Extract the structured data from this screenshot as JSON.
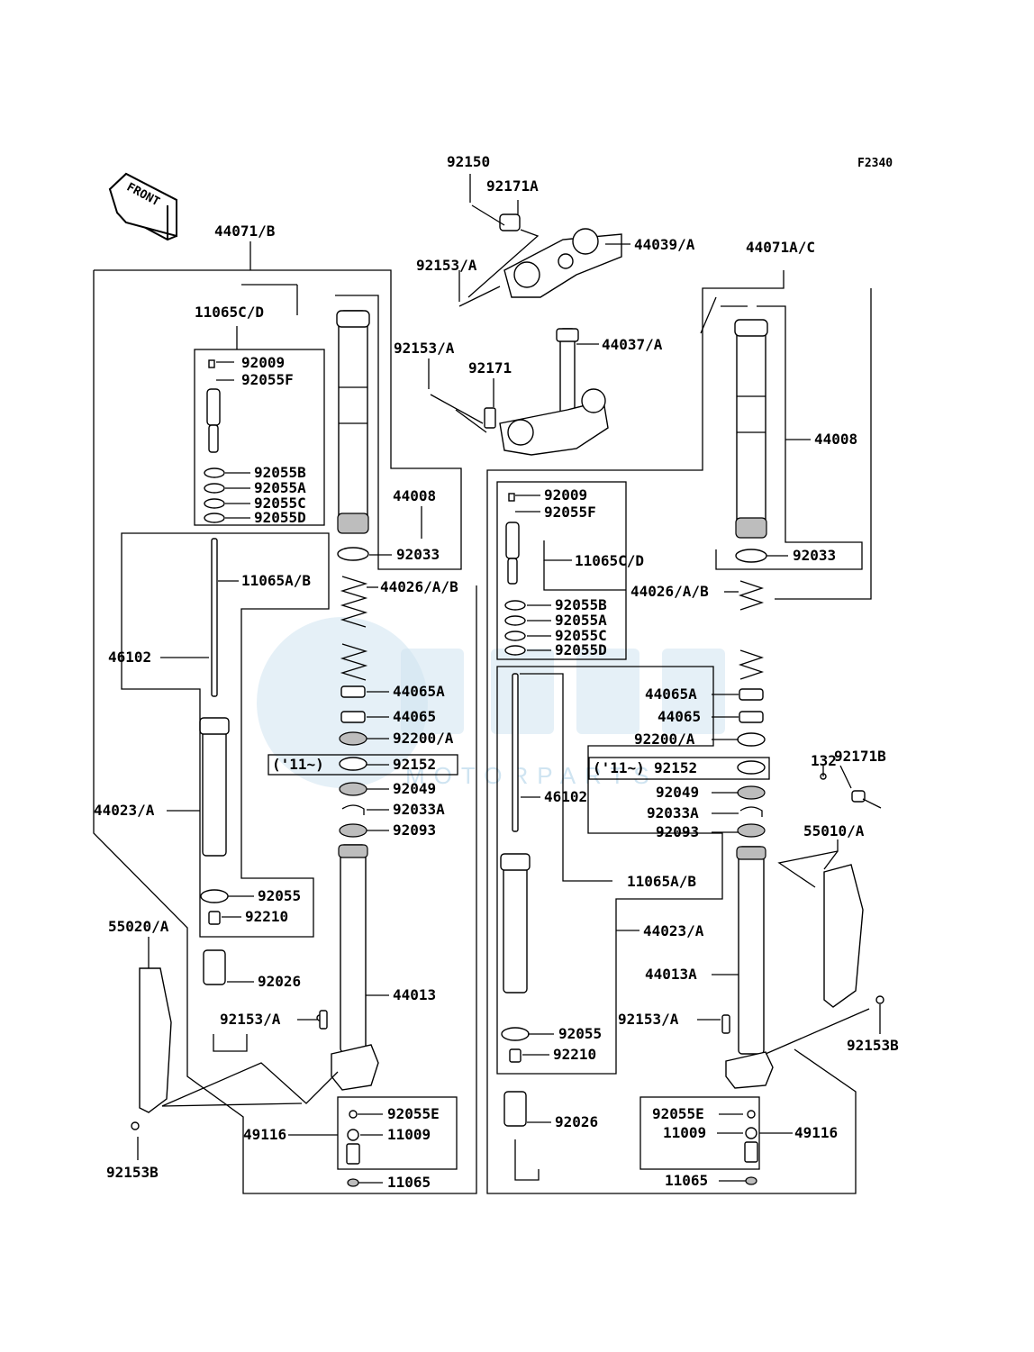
{
  "diagram": {
    "code": "F2340",
    "front_badge": "FRONT",
    "watermark": "MOTORPARTS",
    "labels": {
      "p92150": "92150",
      "p92171A": "92171A",
      "p44039A": "44039/A",
      "p92153A_top": "92153/A",
      "p44037A": "44037/A",
      "p92153A_mid": "92153/A",
      "p92171": "92171",
      "L_44071B": "44071/B",
      "L_11065CD": "11065C/D",
      "L_92009": "92009",
      "L_92055F": "92055F",
      "L_92055B": "92055B",
      "L_92055A": "92055A",
      "L_92055C": "92055C",
      "L_92055D": "92055D",
      "L_11065AB": "11065A/B",
      "L_46102": "46102",
      "L_44023A": "44023/A",
      "L_92055": "92055",
      "L_92210": "92210",
      "L_92026": "92026",
      "L_55020A": "55020/A",
      "L_92153A": "92153/A",
      "L_92153B": "92153B",
      "L_44008": "44008",
      "L_92033": "92033",
      "L_44026AB": "44026/A/B",
      "L_44065A": "44065A",
      "L_44065": "44065",
      "L_92200A": "92200/A",
      "L_11tag": "('11~)",
      "L_92152": "92152",
      "L_92049": "92049",
      "L_92033A": "92033A",
      "L_92093": "92093",
      "L_44013": "44013",
      "L_92055E": "92055E",
      "L_49116": "49116",
      "L_11009": "11009",
      "L_11065": "11065",
      "R_44071AC": "44071A/C",
      "R_44008": "44008",
      "R_92033": "92033",
      "R_92009": "92009",
      "R_92055F": "92055F",
      "R_11065CD": "11065C/D",
      "R_44026AB": "44026/A/B",
      "R_92055B": "92055B",
      "R_92055A": "92055A",
      "R_92055C": "92055C",
      "R_92055D": "92055D",
      "R_44065A": "44065A",
      "R_44065": "44065",
      "R_92200A": "92200/A",
      "R_11tag": "('11~)",
      "R_92152": "92152",
      "R_92049": "92049",
      "R_92033A": "92033A",
      "R_92093": "92093",
      "R_46102": "46102",
      "R_11065AB": "11065A/B",
      "R_44023A": "44023/A",
      "R_44013A": "44013A",
      "R_92153A": "92153/A",
      "R_92055": "92055",
      "R_92210": "92210",
      "R_92026": "92026",
      "R_92055E": "92055E",
      "R_11009": "11009",
      "R_49116": "49116",
      "R_11065": "11065",
      "R_132": "132",
      "R_92171B": "92171B",
      "R_55010A": "55010/A",
      "R_92153B": "92153B"
    }
  }
}
